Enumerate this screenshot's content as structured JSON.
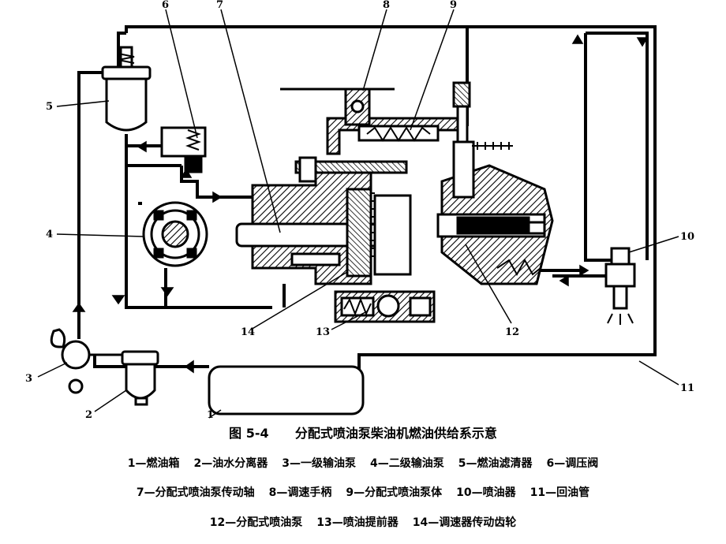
{
  "figure": {
    "caption_number": "图 5-4",
    "caption_title": "分配式喷油泵柴油机燃油供给系示意",
    "callouts": [
      "1",
      "2",
      "3",
      "4",
      "5",
      "6",
      "7",
      "8",
      "9",
      "10",
      "11",
      "12",
      "13",
      "14"
    ]
  },
  "legend": {
    "line1": [
      "1—燃油箱",
      "2—油水分离器",
      "3—一级输油泵",
      "4—二级输油泵",
      "5—燃油滤清器",
      "6—调压阀"
    ],
    "line2": [
      "7—分配式喷油泵传动轴",
      "8—调速手柄",
      "9—分配式喷油泵体",
      "10—喷油器",
      "11—回油管"
    ],
    "line3": [
      "12—分配式喷油泵",
      "13—喷油提前器",
      "14—调速器传动齿轮"
    ]
  }
}
